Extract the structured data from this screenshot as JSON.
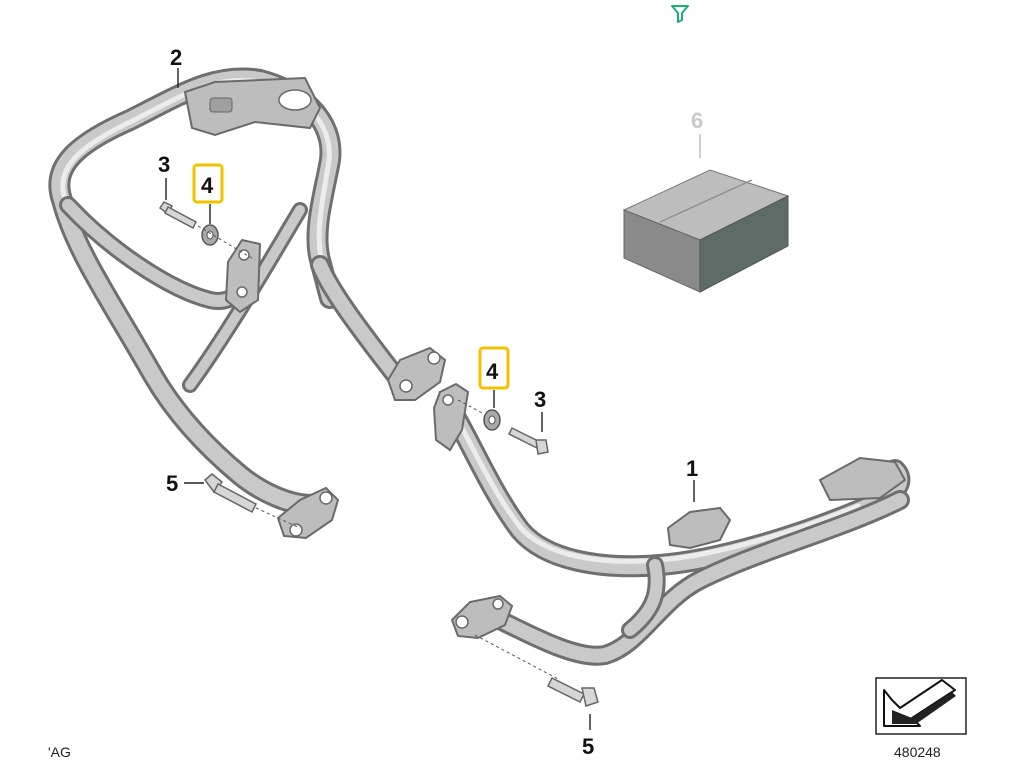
{
  "accent_colors": {
    "highlight": "#f2c200",
    "marker": "#1fae7a"
  },
  "top_marker_icon": "filter-funnel-icon",
  "callouts": {
    "c1": "1",
    "c2": "2",
    "c3_upper": "3",
    "c4_upper": "4",
    "c4_lower": "4",
    "c3_lower": "3",
    "c5_left": "5",
    "c5_bottom": "5",
    "c6": "6"
  },
  "highlighted_part": "4",
  "footer": {
    "copyright_fragment": "'AG",
    "diagram_number": "480248",
    "direction_icon": "front-direction-arrow-icon"
  }
}
